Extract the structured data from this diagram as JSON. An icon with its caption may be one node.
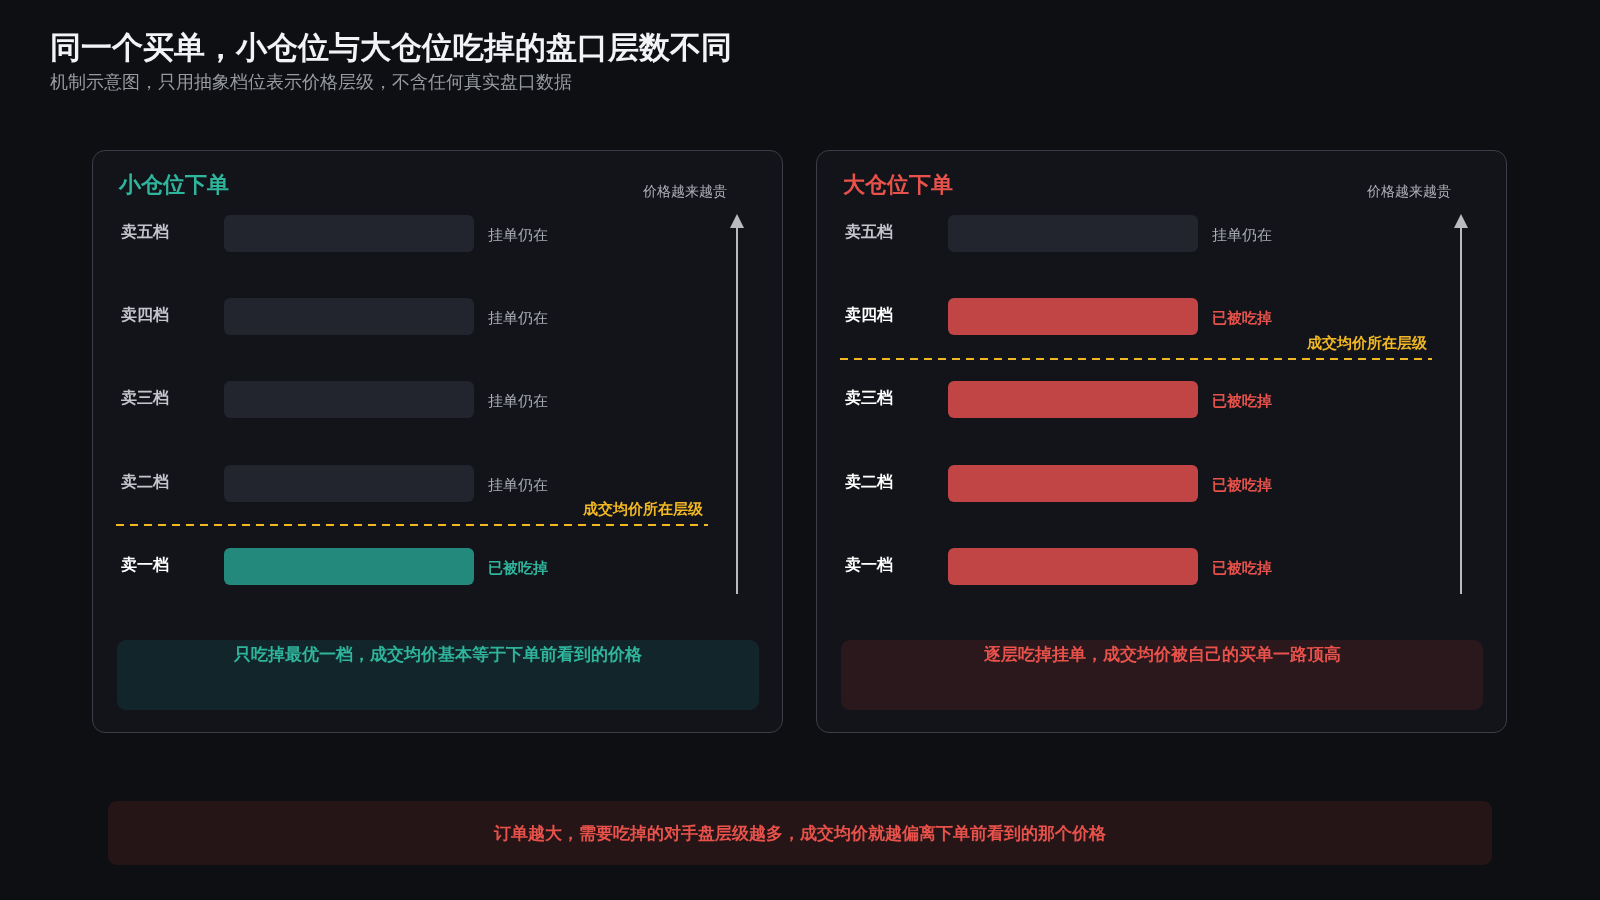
{
  "diagram": {
    "title": "同一个买单，小仓位与大仓位吃掉的盘口层数不同",
    "nodes": [
      {
        "text": [
          "小仓位下单"
        ]
      },
      {
        "text": [],
        "shape": "bar",
        "in": 0,
        "beside": [
          "卖五档",
          "挂单仍在"
        ]
      },
      {
        "text": [],
        "shape": "bar",
        "in": 0,
        "beside": [
          "卖四档",
          "挂单仍在"
        ]
      },
      {
        "text": [],
        "shape": "bar",
        "in": 0,
        "beside": [
          "卖三档",
          "挂单仍在"
        ]
      },
      {
        "text": [],
        "shape": "bar",
        "in": 0,
        "beside": [
          "卖二档",
          "挂单仍在"
        ]
      },
      {
        "text": [],
        "shape": "bar",
        "in": 0,
        "beside": [
          "卖一档",
          "已被吃掉"
        ]
      },
      {
        "text": [
          "只吃掉最优一档，成交均价基本等于下单前看到的价格"
        ],
        "in": 0
      },
      {
        "text": [
          "大仓位下单"
        ]
      },
      {
        "text": [],
        "shape": "bar",
        "in": 7,
        "beside": [
          "卖五档",
          "挂单仍在"
        ]
      },
      {
        "text": [],
        "shape": "bar",
        "in": 7,
        "beside": [
          "卖四档",
          "已被吃掉"
        ]
      },
      {
        "text": [],
        "shape": "bar",
        "in": 7,
        "beside": [
          "卖三档",
          "已被吃掉"
        ]
      },
      {
        "text": [],
        "shape": "bar",
        "in": 7,
        "beside": [
          "卖二档",
          "已被吃掉"
        ]
      },
      {
        "text": [],
        "shape": "bar",
        "in": 7,
        "beside": [
          "卖一档",
          "已被吃掉"
        ]
      },
      {
        "text": [
          "逐层吃掉挂单，成交均价被自己的买单一路顶高"
        ],
        "in": 7
      },
      {
        "text": [
          "订单越大，需要吃掉的对手盘层级越多，成交均价就越偏离下单前看到的那个价格"
        ]
      }
    ],
    "labels": [
      "机制示意图，只用抽象档位表示价格层级，不含任何真实盘口数据",
      "价格越来越贵",
      "成交均价所在层级",
      "价格越来越贵",
      "成交均价所在层级"
    ]
  }
}
